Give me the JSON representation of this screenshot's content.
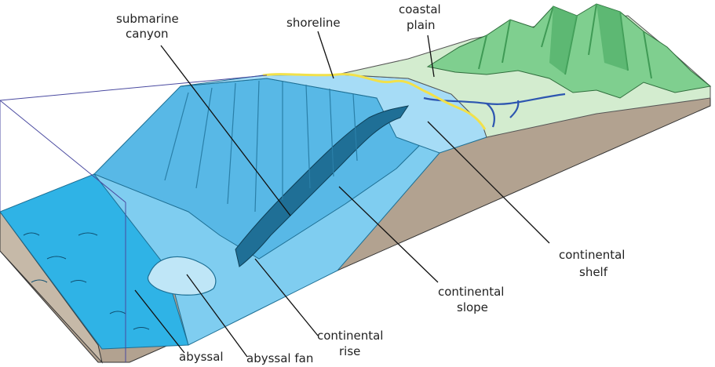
{
  "diagram": {
    "labels": {
      "submarine_canyon_1": "submarine",
      "submarine_canyon_2": "canyon",
      "shoreline": "shoreline",
      "coastal_plain_1": "coastal",
      "coastal_plain_2": "plain",
      "continental_shelf_1": "continental",
      "continental_shelf_2": "shelf",
      "continental_slope_1": "continental",
      "continental_slope_2": "slope",
      "continental_rise_1": "continental",
      "continental_rise_2": "rise",
      "abyssal_plain_1": "abyssal",
      "abyssal_fan": "abyssal fan"
    },
    "colors": {
      "deep_ocean": "#2fb3e6",
      "slope_water": "#6cc4ec",
      "shelf_water": "#a6dcf6",
      "land": "#d3eccf",
      "mountains": "#7fcf8f",
      "mountain_dark": "#3f9a55",
      "earth": "#b2a290",
      "shoreline": "#f2e14a",
      "river": "#2d56b0",
      "box": "#4a4aa0"
    }
  }
}
